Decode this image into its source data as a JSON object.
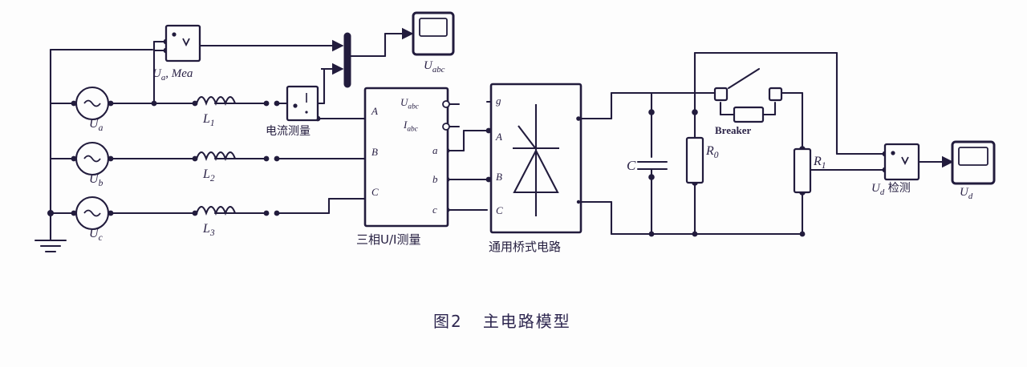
{
  "figure": {
    "caption_number": "图2",
    "caption_title": "主电路模型",
    "domain_note": "hand-drawn Simulink main circuit model"
  },
  "sources": [
    {
      "id": "source-a",
      "label": "Ua",
      "label_main": "U",
      "label_sub": "a"
    },
    {
      "id": "source-b",
      "label": "Ub",
      "label_main": "U",
      "label_sub": "b"
    },
    {
      "id": "source-c",
      "label": "Uc",
      "label_main": "U",
      "label_sub": "c"
    }
  ],
  "inductors": [
    {
      "id": "inductor-l1",
      "label_main": "L",
      "label_sub": "1"
    },
    {
      "id": "inductor-l2",
      "label_main": "L",
      "label_sub": "2"
    },
    {
      "id": "inductor-l3",
      "label_main": "L",
      "label_sub": "3"
    }
  ],
  "blocks": {
    "voltage_measure": {
      "label_main": "U",
      "label_sub": "a",
      "label_rest": ", Mea"
    },
    "current_measure": {
      "label": "电流测量"
    },
    "three_phase_vi": {
      "label": "三相U/I测量",
      "inputs": [
        "A",
        "B",
        "C"
      ],
      "outputs": [
        "Uabc",
        "Iabc",
        "a",
        "b",
        "c"
      ],
      "output_top_main": "U",
      "output_top_sub": "abc",
      "output_second_main": "I",
      "output_second_sub": "abc"
    },
    "universal_bridge": {
      "label": "通用桥式电路",
      "inputs": [
        "g",
        "A",
        "B",
        "C"
      ],
      "outputs": [
        "+",
        "-"
      ]
    },
    "ud_measure": {
      "label_main": "U",
      "label_sub": "d",
      "label_rest": " 检测"
    }
  },
  "scopes": [
    {
      "id": "scope-uabc",
      "label_main": "U",
      "label_sub": "abc"
    },
    {
      "id": "scope-ud",
      "label_main": "U",
      "label_sub": "d"
    }
  ],
  "passives": {
    "capacitor": {
      "label_main": "C",
      "label_sub": ""
    },
    "resistor_r0": {
      "label_main": "R",
      "label_sub": "0"
    },
    "resistor_r1": {
      "label_main": "R",
      "label_sub": "1"
    },
    "breaker": {
      "label": "Breaker"
    }
  },
  "colors": {
    "ink": "#2b2347",
    "line": "#221c3d",
    "paper": "#fdfdfd"
  }
}
